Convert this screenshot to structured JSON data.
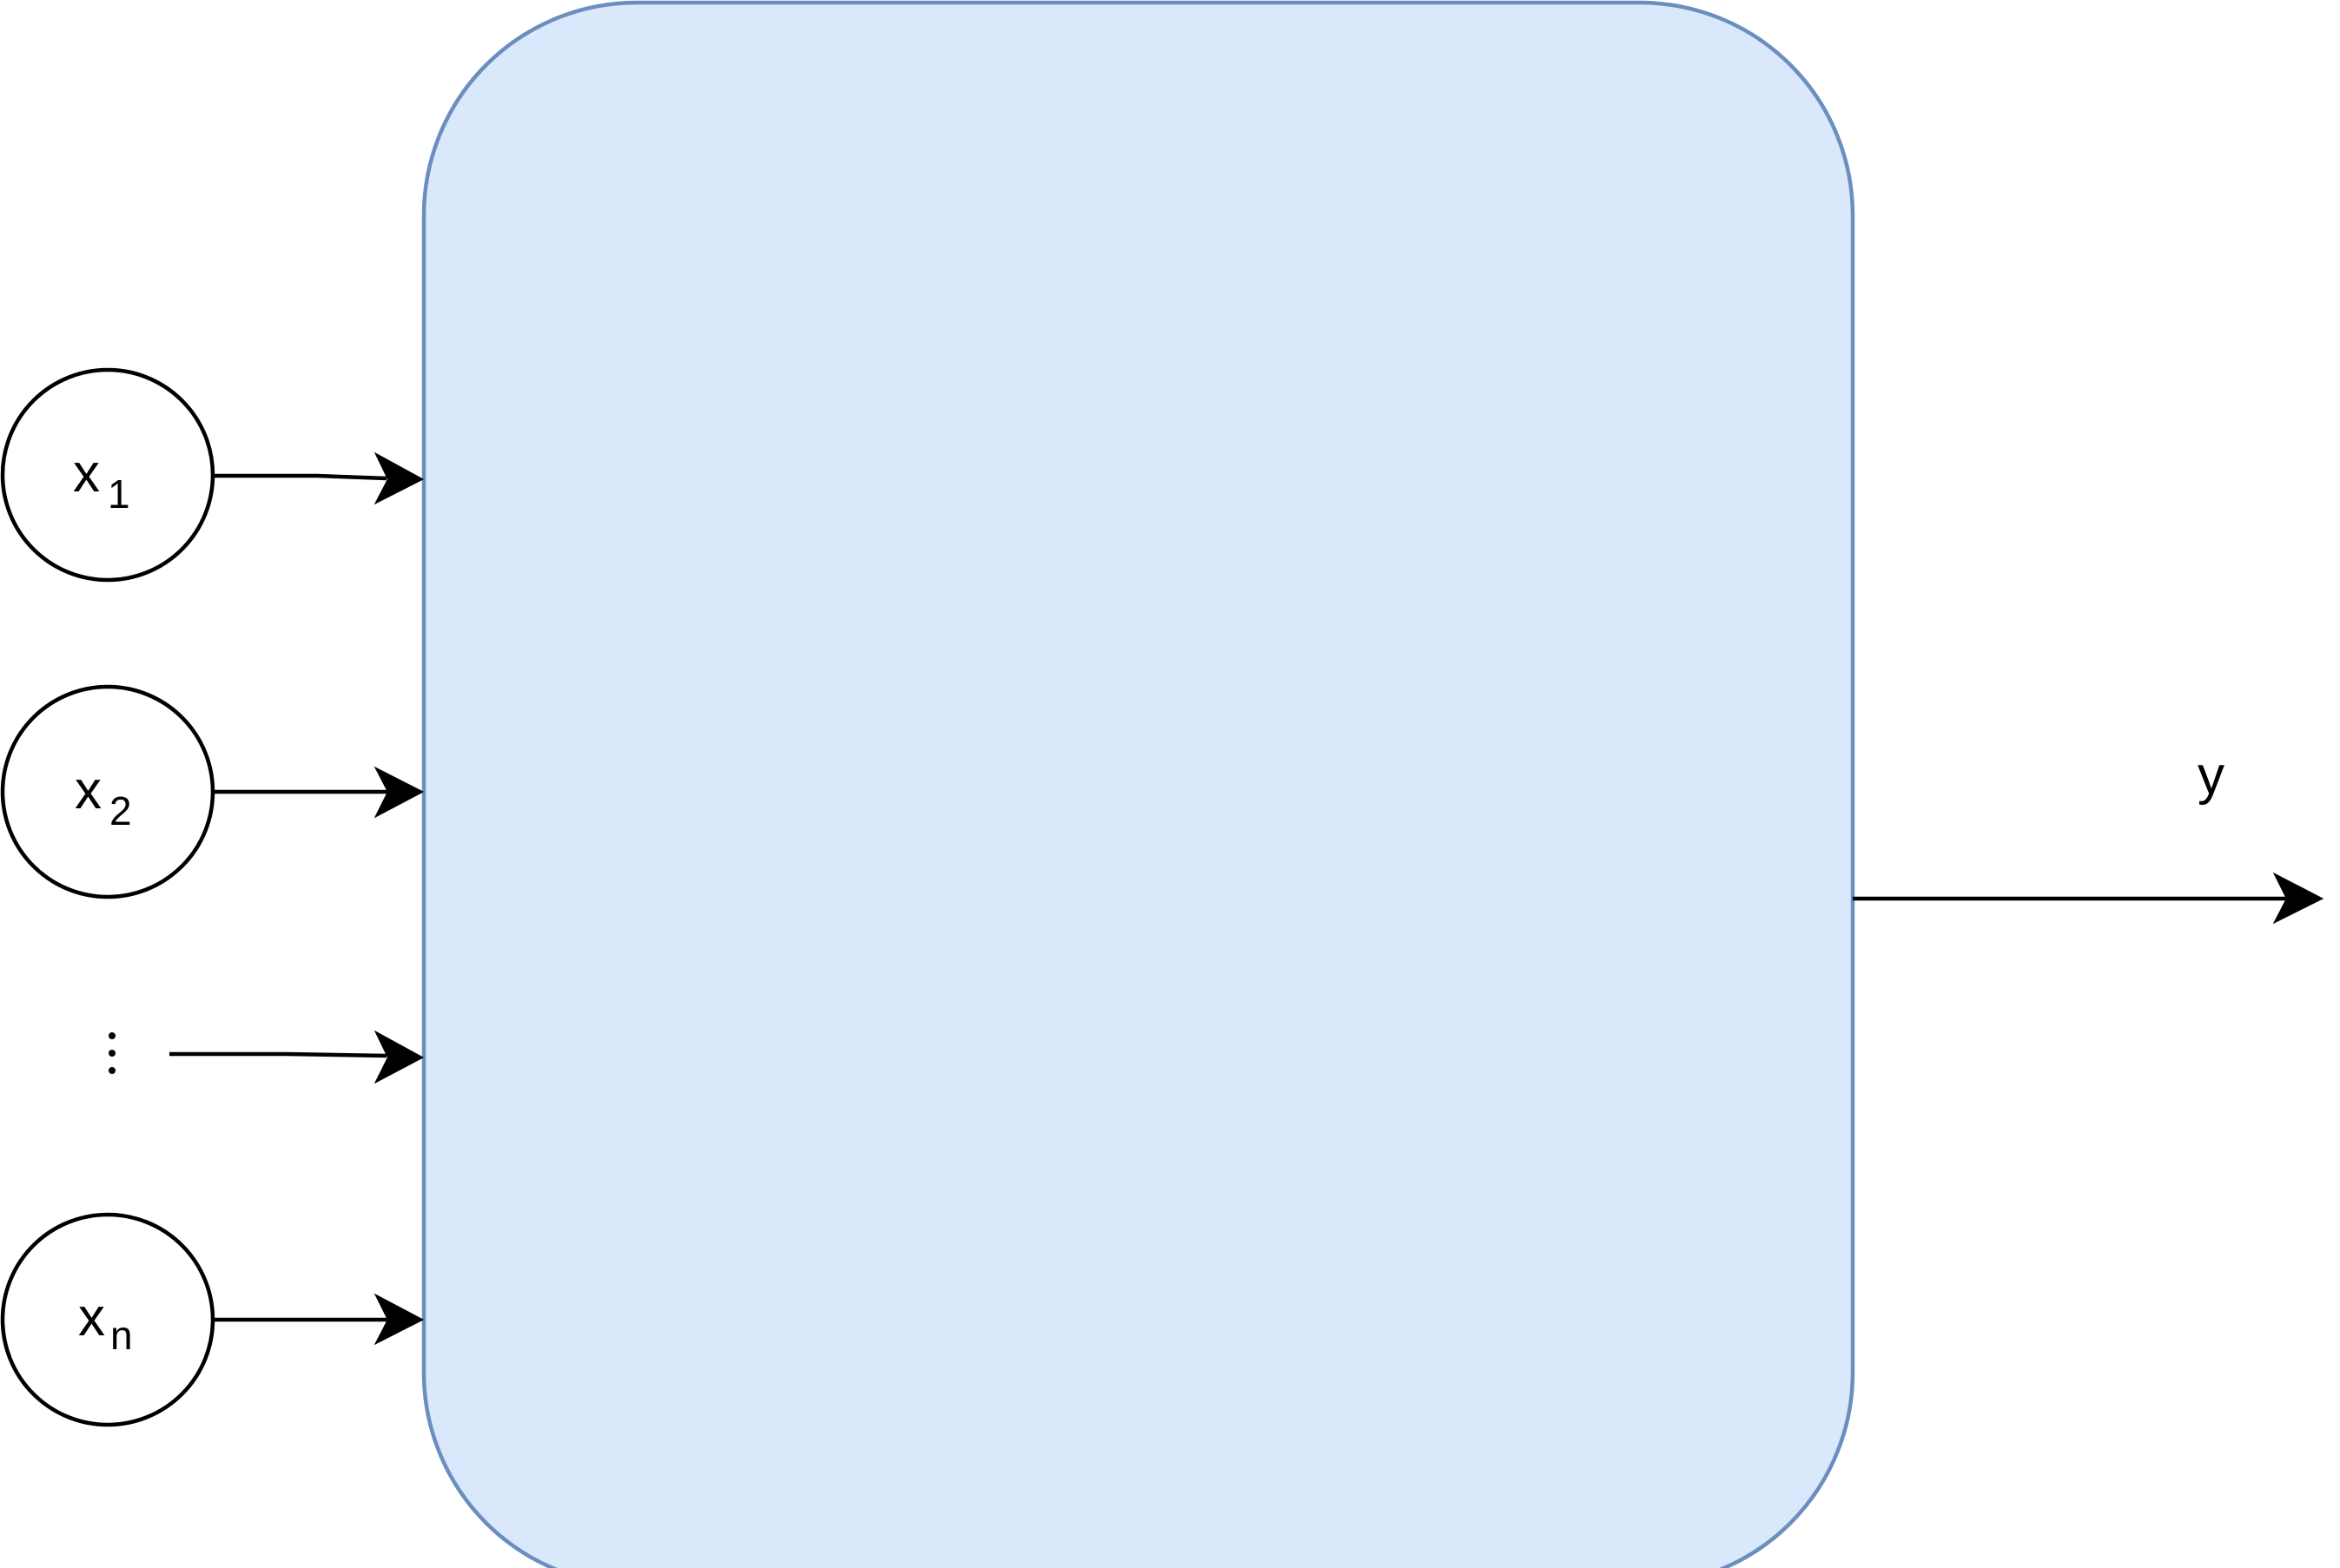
{
  "diagram": {
    "colors": {
      "box_fill": "#dae8fc",
      "box_stroke": "#6c8ebf",
      "line": "#000000",
      "node_fill": "#ffffff"
    },
    "inputs": [
      {
        "symbol": "x",
        "subscript": "1"
      },
      {
        "symbol": "x",
        "subscript": "2"
      },
      {
        "symbol": "x",
        "subscript": "n"
      }
    ],
    "ellipsis": "⋮",
    "output": {
      "label": "y"
    }
  }
}
